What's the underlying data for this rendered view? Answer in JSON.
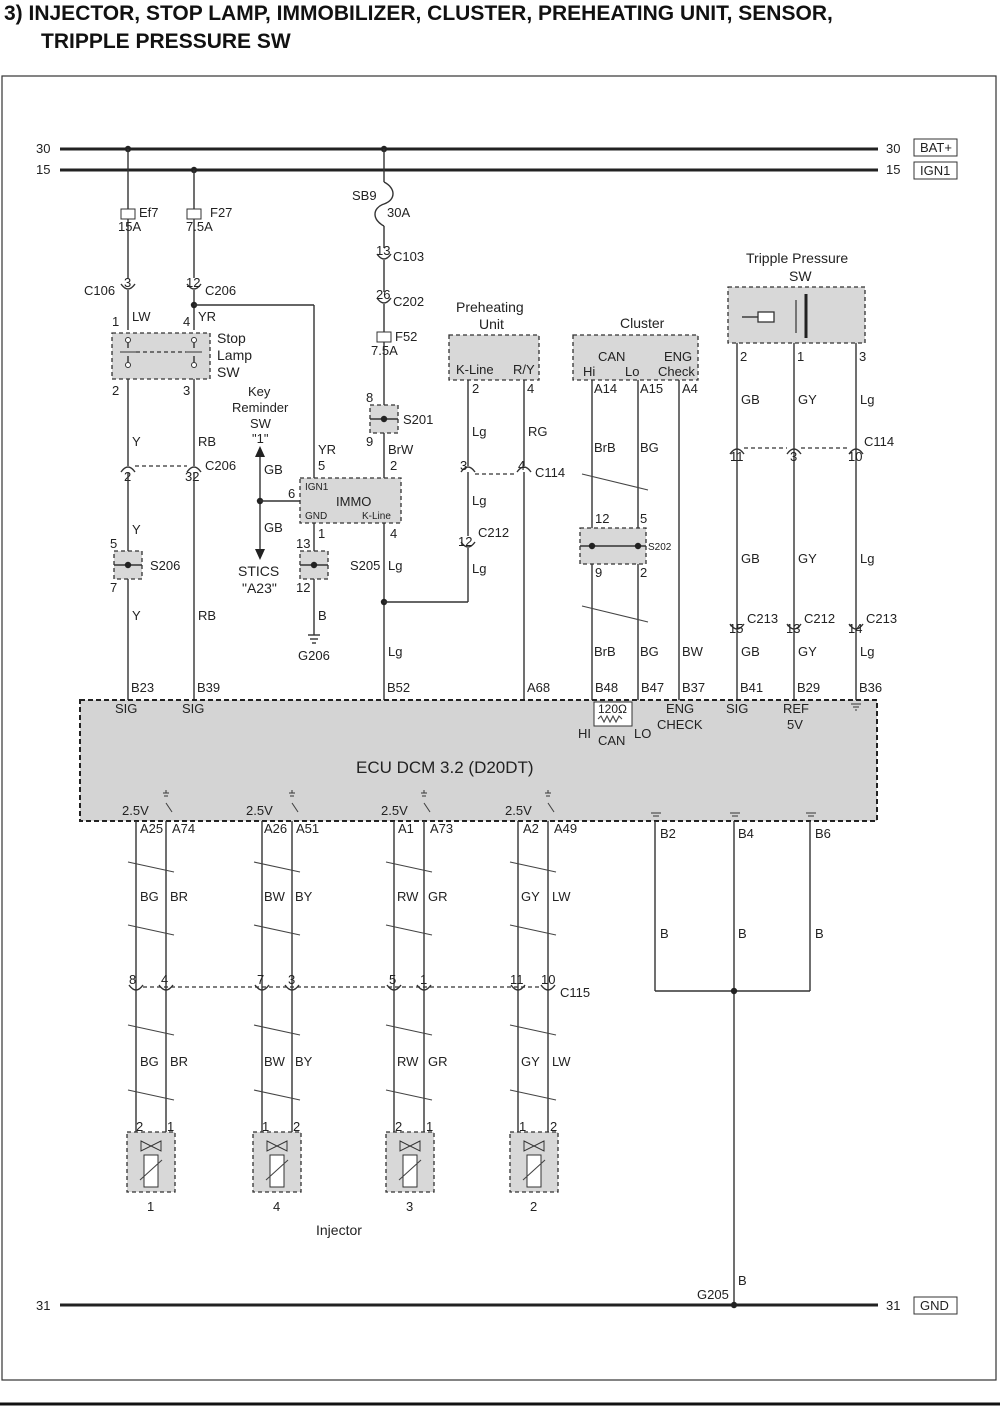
{
  "title": {
    "line1": "3)  INJECTOR, STOP LAMP, IMMOBILIZER, CLUSTER, PREHEATING UNIT, SENSOR,",
    "line2": "TRIPPLE  PRESSURE  SW"
  },
  "buses": {
    "bat_left": "30",
    "bat_right": "30",
    "bat_label": "BAT+",
    "ign_left": "15",
    "ign_right": "15",
    "ign_label": "IGN1",
    "gnd_left": "31",
    "gnd_right": "31",
    "gnd_label": "GND"
  },
  "fuses": {
    "ef7_name": "Ef7",
    "ef7_amp": "15A",
    "f27_name": "F27",
    "f27_amp": "7.5A",
    "sb9_name": "SB9",
    "sb9_amp": "30A",
    "f52_name": "F52",
    "f52_amp": "7.5A"
  },
  "connectors": {
    "c106": "C106",
    "c106_pin": "3",
    "c206a": "C206",
    "c206a_pin": "12",
    "c206b": "C206",
    "c206b_pin_y": "2",
    "c206b_pin_rb": "32",
    "c103": "C103",
    "c103_pin": "13",
    "c202": "C202",
    "c202_pin": "26",
    "c114a": "C114",
    "c114a_pin_lg": "3",
    "c114a_pin_rg": "4",
    "c212a": "C212",
    "c212a_pin": "12",
    "c114b": "C114",
    "c114b_pin_gb": "11",
    "c114b_pin_gy": "3",
    "c114b_pin_lg": "10",
    "c213a": "C213",
    "c213a_pin": "15",
    "c212b": "C212",
    "c212b_pin": "13",
    "c213b": "C213",
    "c213b_pin": "14",
    "c115": "C115",
    "c115_pins": [
      "8",
      "4",
      "7",
      "3",
      "5",
      "1",
      "11",
      "10"
    ]
  },
  "splices": {
    "s206": "S206",
    "s206_top": "5",
    "s206_bottom": "7",
    "s201": "S201",
    "s201_top": "8",
    "s201_bottom": "9",
    "s205": "S205",
    "s205_top": "13",
    "s205_bottom": "12",
    "s202": "S202",
    "s202_tl": "12",
    "s202_tr": "5",
    "s202_bl": "9",
    "s202_br": "2"
  },
  "components": {
    "stop_lamp": "Stop\nLamp\nSW",
    "stop_lamp_lines": [
      "Stop",
      "Lamp",
      "SW"
    ],
    "stop_lamp_pins": [
      "1",
      "4",
      "2",
      "3"
    ],
    "key_reminder_lines": [
      "Key",
      "Reminder",
      "SW",
      "\"1\""
    ],
    "stics_lines": [
      "STICS",
      "\"A23\""
    ],
    "immo": "IMMO",
    "immo_ign1": "IGN1",
    "immo_gnd": "GND",
    "immo_kline": "K-Line",
    "immo_pins": {
      "yr": "5",
      "brw": "2",
      "gb": "6",
      "gnd": "1",
      "kline": "4"
    },
    "preheating_lines": [
      "Preheating",
      "Unit"
    ],
    "preheating_kline": "K-Line",
    "preheating_ry": "R/Y",
    "preheating_pins": [
      "2",
      "4"
    ],
    "cluster": "Cluster",
    "cluster_can": "CAN",
    "cluster_hi": "Hi",
    "cluster_lo": "Lo",
    "cluster_eng": "ENG",
    "cluster_check": "Check",
    "cluster_pins": [
      "A14",
      "A15",
      "A4"
    ],
    "tripple_lines": [
      "Tripple Pressure",
      "SW"
    ],
    "tripple_pins": [
      "2",
      "1",
      "3"
    ],
    "g206": "G206",
    "g205": "G205",
    "injector_label": "Injector",
    "injector_numbers": [
      "1",
      "4",
      "3",
      "2"
    ],
    "injector_pins": [
      [
        "2",
        "1"
      ],
      [
        "1",
        "2"
      ],
      [
        "2",
        "1"
      ],
      [
        "1",
        "2"
      ]
    ]
  },
  "wires": {
    "lw": "LW",
    "yr": "YR",
    "y": "Y",
    "rb": "RB",
    "gb": "GB",
    "yr2": "YR",
    "brw": "BrW",
    "b": "B",
    "lg": "Lg",
    "rg": "RG",
    "brb": "BrB",
    "bg": "BG",
    "bw": "BW",
    "gy": "GY",
    "inj_pairs": [
      [
        "BG",
        "BR"
      ],
      [
        "BW",
        "BY"
      ],
      [
        "RW",
        "GR"
      ],
      [
        "GY",
        "LW"
      ]
    ],
    "gnd_b": "B"
  },
  "ecu": {
    "name": "ECU DCM  3.2  (D20DT)",
    "top_pins": [
      "B23",
      "B39",
      "B52",
      "A68",
      "B48",
      "B47",
      "B37",
      "B41",
      "B29",
      "B36"
    ],
    "sig": "SIG",
    "sig2": "SIG",
    "sig3": "SIG",
    "can_res": "120Ω",
    "can_hi": "HI",
    "can_lo": "LO",
    "can": "CAN",
    "eng": "ENG",
    "check": "CHECK",
    "ref": "REF",
    "ref_v": "5V",
    "bottom_pins": [
      "A25",
      "A74",
      "A26",
      "A51",
      "A1",
      "A73",
      "A2",
      "A49"
    ],
    "inj_volt": "2.5V",
    "gnd_pins": [
      "B2",
      "B4",
      "B6"
    ]
  }
}
